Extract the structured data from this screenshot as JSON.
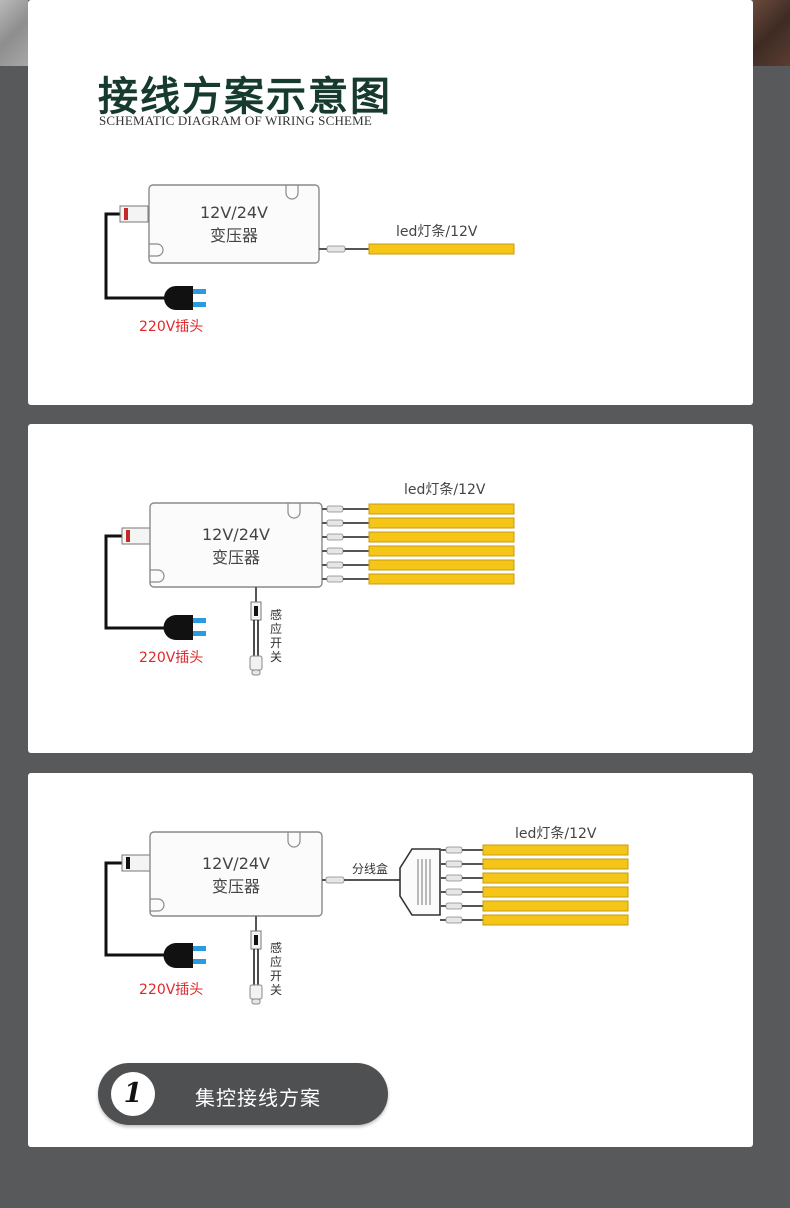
{
  "header": {
    "title": "接线方案示意图",
    "subtitle": "SCHEMATIC DIAGRAM OF WIRING SCHEME"
  },
  "diagrams": [
    {
      "transformer_voltage": "12V/24V",
      "transformer_name": "变压器",
      "plug_label": "220V插头",
      "strip_label": "led灯条/12V",
      "strip_count": 1
    },
    {
      "transformer_voltage": "12V/24V",
      "transformer_name": "变压器",
      "plug_label": "220V插头",
      "strip_label": "led灯条/12V",
      "strip_count": 6,
      "sensor_label": "感应开关"
    },
    {
      "transformer_voltage": "12V/24V",
      "transformer_name": "变压器",
      "plug_label": "220V插头",
      "strip_label": "led灯条/12V",
      "strip_count": 6,
      "sensor_label": "感应开关",
      "junction_box_label": "分线盒"
    }
  ],
  "scheme_badge": {
    "number": "1",
    "label": "集控接线方案"
  },
  "colors": {
    "background": "#58595b",
    "title": "#163a2e",
    "led_strip": "#f5c518",
    "plug_label": "#e0292b",
    "plug_pins": "#2b9be0",
    "badge": "#4f5052"
  },
  "icons": [
    "transformer-icon",
    "plug-icon",
    "led-strip-icon",
    "sensor-switch-icon",
    "junction-box-icon"
  ]
}
